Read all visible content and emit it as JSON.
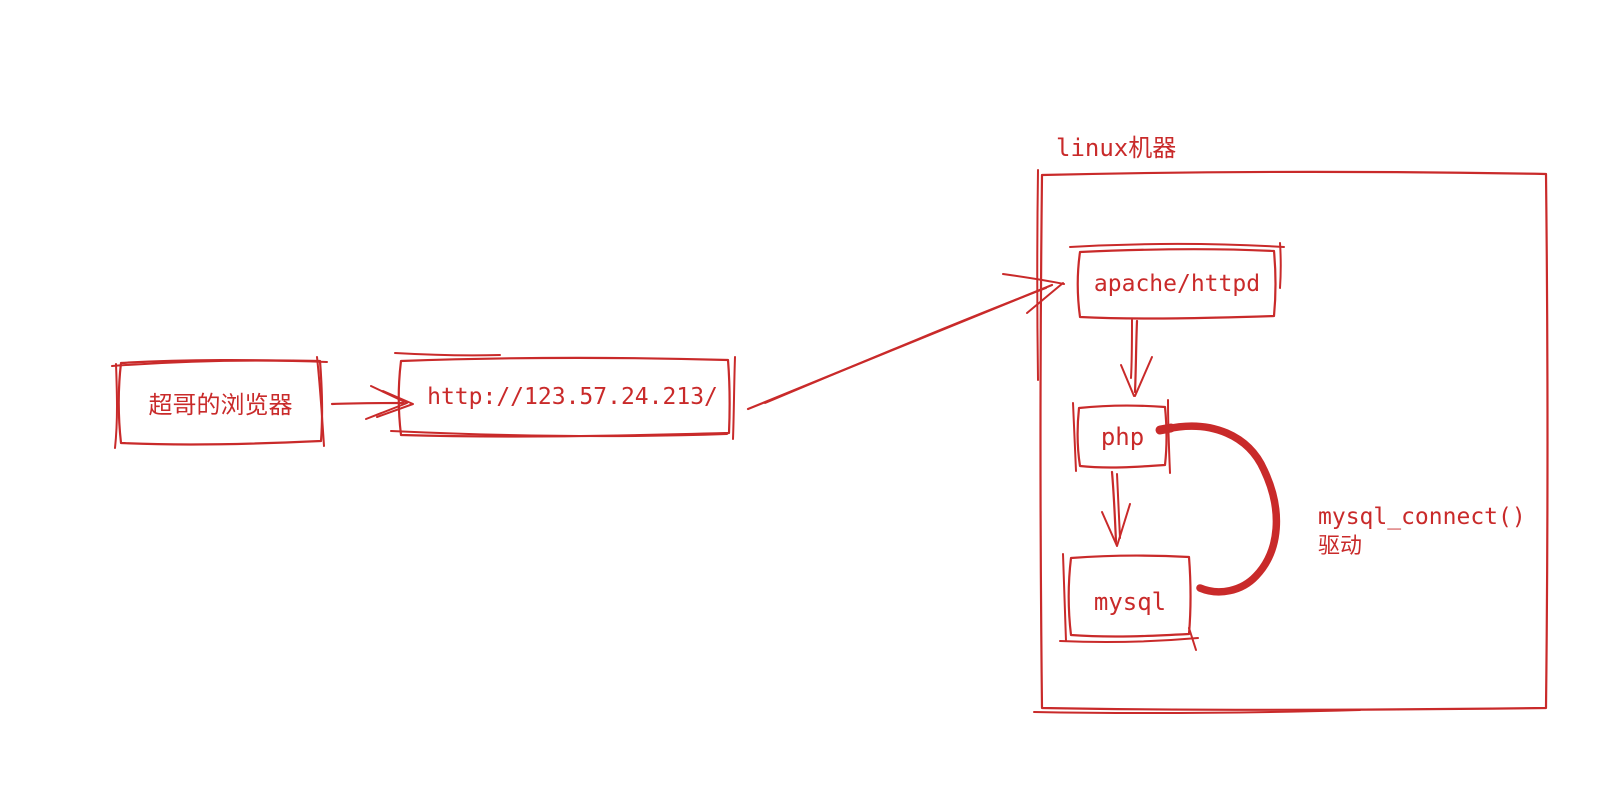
{
  "colors": {
    "ink": "#c92a2a",
    "background": "#ffffff"
  },
  "machine": {
    "title": "linux机器"
  },
  "nodes": {
    "browser": "超哥的浏览器",
    "url": "http://123.57.24.213/",
    "apache": "apache/httpd",
    "php": "php",
    "mysql": "mysql"
  },
  "annotation": {
    "line1": "mysql_connect()",
    "line2": "驱动"
  }
}
